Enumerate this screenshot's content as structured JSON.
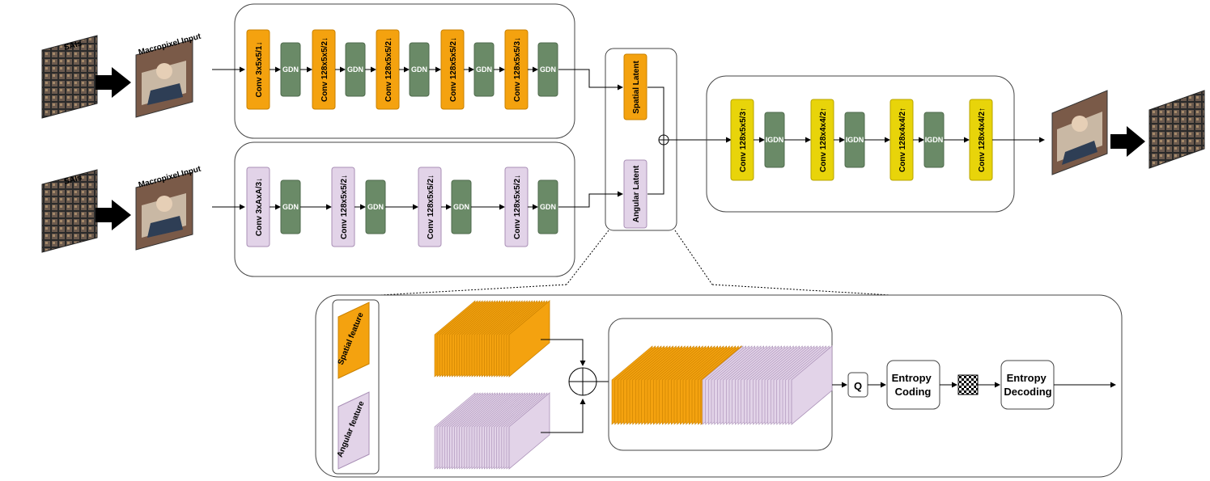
{
  "inputs": {
    "sais_label": "SAIs",
    "macropixel_label": "Macropixel Input"
  },
  "spatial_branch": {
    "convs": [
      "Conv 3x5x5/1↓",
      "Conv 128x5x5/2↓",
      "Conv 128x5x5/2↓",
      "Conv 128x5x5/2↓",
      "Conv 128x5x5/3↓"
    ],
    "gdn_label": "GDN"
  },
  "angular_branch": {
    "convs": [
      "Conv 3xAxA/3↓",
      "Conv 128x5x5/2↓",
      "Conv 128x5x5/2↓",
      "Conv 128x5x5/2↓"
    ],
    "gdn_label": "GDN"
  },
  "latents": {
    "spatial": "Spatial Latent",
    "angular": "Angular Latent"
  },
  "decoder": {
    "convs": [
      "Conv 128x5x5/3↑",
      "Conv 128x4x4/2↑",
      "Conv 128x4x4/2↑",
      "Conv 128x4x4/2↑"
    ],
    "gdn_label": "IGDN"
  },
  "detail": {
    "spatial_feature": "Spatial feature",
    "angular_feature": "Angular feature",
    "quantizer": "Q",
    "entropy_coding": "Entropy Coding",
    "entropy_decoding": "Entropy Decoding"
  },
  "colors": {
    "orange": "#f4a20f",
    "orange_dark": "#c98000",
    "lilac": "#e2d3e8",
    "lilac_dark": "#a98fb6",
    "gdn_green": "#6a8a67",
    "yellow": "#e8d40a",
    "yellow_dark": "#b8a400"
  }
}
